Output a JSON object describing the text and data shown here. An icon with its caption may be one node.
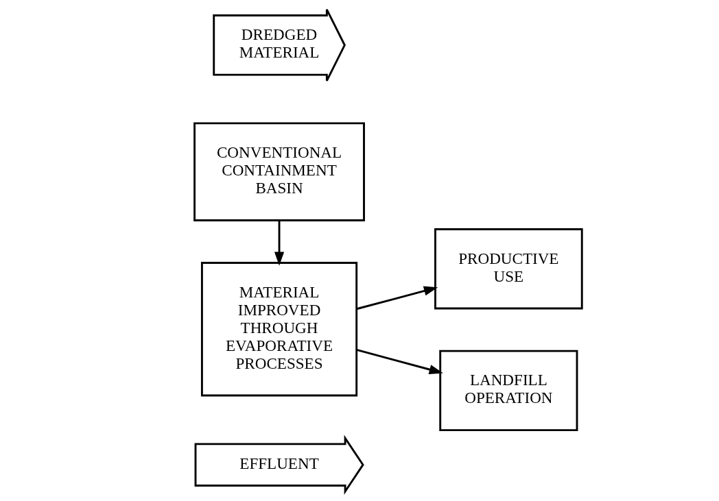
{
  "diagram": {
    "nodes": [
      {
        "text": [
          "DREDGED MATERIAL"
        ]
      },
      {
        "text": [
          "CONVENTIONAL CONTAINMENT BASIN"
        ]
      },
      {
        "text": [
          "EFFLUENT"
        ]
      },
      {
        "text": [
          "MATERIAL IMPROVED THROUGH EVAPORATIVE PROCESSES"
        ]
      },
      {
        "text": [
          "PRODUCTIVE USE"
        ]
      },
      {
        "text": [
          "LANDFILL OPERATION"
        ]
      }
    ],
    "edges": [
      {
        "from": 1,
        "to": 3,
        "arrow": "to"
      },
      {
        "from": 3,
        "to": 4,
        "arrow": "to"
      },
      {
        "from": 3,
        "to": 5,
        "arrow": "to"
      }
    ]
  }
}
